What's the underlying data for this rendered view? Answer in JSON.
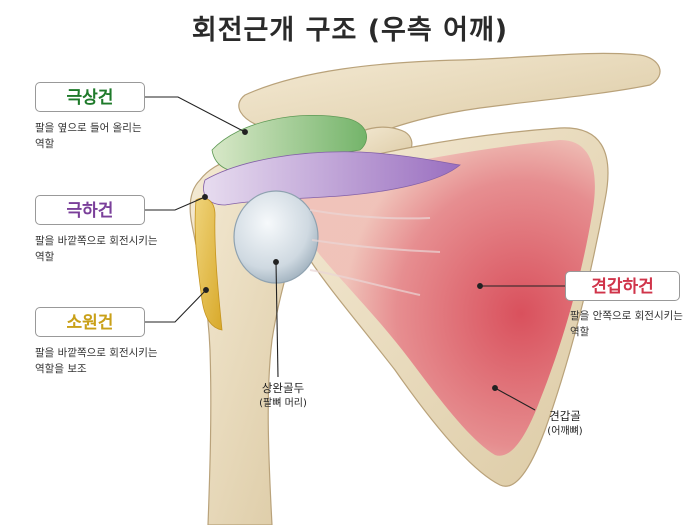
{
  "title": "회전근개 구조 (우측 어깨)",
  "colors": {
    "supraspinatus": "#1e7a2a",
    "infraspinatus": "#7a3f9a",
    "teres_minor": "#c9a018",
    "subscapularis": "#d0344a"
  },
  "labels": {
    "supraspinatus": {
      "name": "극상건",
      "desc_line1": "팔을 옆으로 들어 올리는",
      "desc_line2": "역할"
    },
    "infraspinatus": {
      "name": "극하건",
      "desc_line1": "팔을 바깥쪽으로 회전시키는",
      "desc_line2": "역할"
    },
    "teres_minor": {
      "name": "소원건",
      "desc_line1": "팔을 바깥쪽으로 회전시키는",
      "desc_line2": "역할을 보조"
    },
    "subscapularis": {
      "name": "견갑하건",
      "desc_line1": "팔을 안쪽으로 회전시키는",
      "desc_line2": "역할"
    },
    "humeral_head": {
      "name": "상완골두",
      "sub": "(팔뼈 머리)"
    },
    "scapula": {
      "name": "견갑골",
      "sub": "(어깨뼈)"
    }
  }
}
